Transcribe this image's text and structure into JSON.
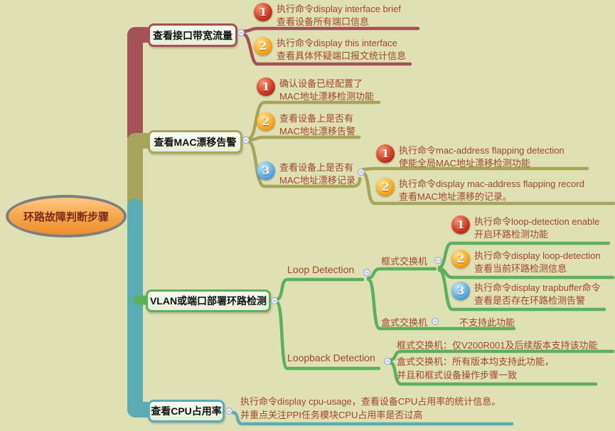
{
  "root": {
    "label": "环路故障判断步骤"
  },
  "icons": {
    "collapse_glyph": "−"
  },
  "colors": {
    "background": "#dfe0b4",
    "branch_red": "#a45257",
    "branch_olive": "#a6a55b",
    "branch_green": "#5cb05c",
    "branch_teal": "#5aacb5",
    "note_text": "#a0462d",
    "root_fill": "#f2a040",
    "badge_red": "#d23c22",
    "badge_orange": "#f7a51e",
    "badge_blue": "#5aabdf"
  },
  "branch1": {
    "topic": "查看接口带宽流量",
    "items": [
      {
        "num": "1",
        "line1": "执行命令display interface brief",
        "line2": "查看设备所有端口信息"
      },
      {
        "num": "2",
        "line1": "执行命令display this interface",
        "line2": "查看具体怀疑端口报文统计信息"
      }
    ]
  },
  "branch2": {
    "topic": "查看MAC漂移告警",
    "items": [
      {
        "num": "1",
        "line1": "确认设备已经配置了",
        "line2": "MAC地址漂移检测功能"
      },
      {
        "num": "2",
        "line1": "查看设备上是否有",
        "line2": "MAC地址漂移告警"
      },
      {
        "num": "3",
        "line1": "查看设备上是否有",
        "line2": "MAC地址漂移记录"
      }
    ],
    "subitems": [
      {
        "num": "1",
        "line1": "执行命令mac-address flapping detection",
        "line2": "使能全局MAC地址漂移检测功能"
      },
      {
        "num": "2",
        "line1": "执行命令display mac-address flapping record",
        "line2": "查看MAC地址漂移的记录。"
      }
    ]
  },
  "branch3": {
    "topic": "VLAN或端口部署环路检测",
    "loop_detection": {
      "label": "Loop Detection",
      "frame_switch": {
        "label": "框式交换机",
        "items": [
          {
            "num": "1",
            "line1": "执行命令loop-detection enable",
            "line2": "开启环路检测功能"
          },
          {
            "num": "2",
            "line1": "执行命令display loop-detection",
            "line2": "查看当前环路检测信息"
          },
          {
            "num": "3",
            "line1": "执行命令display trapbuffer命令",
            "line2": "查看是否存在环路检测告警"
          }
        ]
      },
      "box_switch": {
        "label": "盒式交换机",
        "note": "不支持此功能"
      }
    },
    "loopback_detection": {
      "label": "Loopback Detection",
      "frame_note": "框式交换机：仅V200R001及后续版本支持该功能",
      "box_note_line1": "盒式交换机：所有版本均支持此功能，",
      "box_note_line2": "并且和框式设备操作步骤一致"
    }
  },
  "branch4": {
    "topic": "查看CPU占用率",
    "note_line1": "执行命令display cpu-usage，查看设备CPU占用率的统计信息。",
    "note_line2": "并重点关注PPI任务模块CPU占用率是否过高"
  }
}
